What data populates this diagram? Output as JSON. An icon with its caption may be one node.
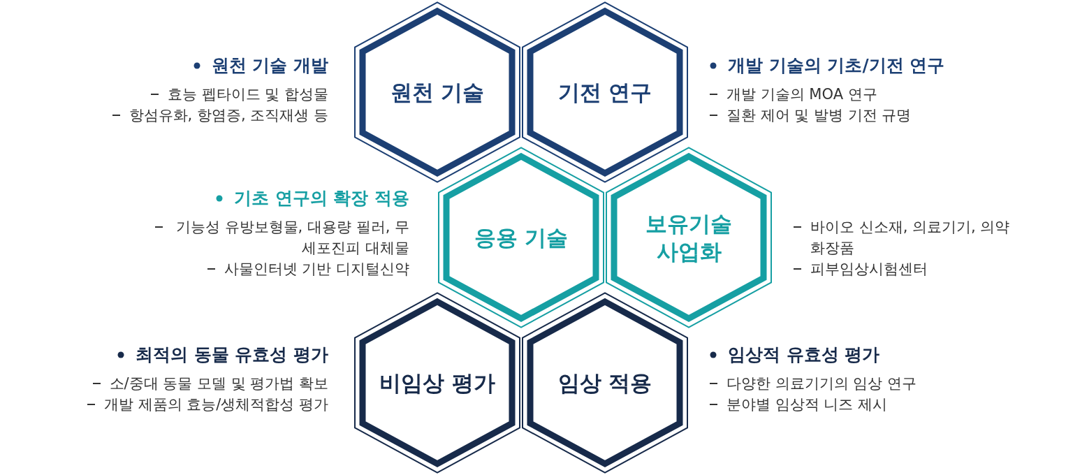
{
  "diagram": {
    "nodes": [
      {
        "text": [
          "원천 기술"
        ],
        "beside": [
          "원천 기술 개발",
          "효능 펩타이드 및 합성물",
          "항섬유화, 항염증, 조직재생 등"
        ]
      },
      {
        "text": [
          "기전 연구"
        ],
        "beside": [
          "개발 기술의 기초/기전 연구",
          "개발 기술의 MOA 연구",
          "질환 제어 및 발병 기전 규명"
        ]
      },
      {
        "text": [
          "응용 기술"
        ],
        "beside": [
          "기초 연구의 확장 적용",
          "기능성 유방보형물, 대용량 필러, 무세포진피 대체물",
          "사물인터넷 기반 디지털신약"
        ]
      },
      {
        "text": [
          "보유기술 사업화"
        ],
        "beside": [
          "바이오 신소재, 의료기기, 의약화장품",
          "피부임상시험센터"
        ]
      },
      {
        "text": [
          "비임상 평가"
        ],
        "beside": [
          "최적의 동물 유효성 평가",
          "소/중대 동물 모델 및 평가법 확보",
          "개발 제품의 효능/생체적합성 평가"
        ]
      },
      {
        "text": [
          "임상 적용"
        ],
        "beside": [
          "임상적 유효성 평가",
          "다양한 의료기기의 임상 연구",
          "분야별 임상적 니즈 제시"
        ]
      }
    ],
    "edges": []
  }
}
